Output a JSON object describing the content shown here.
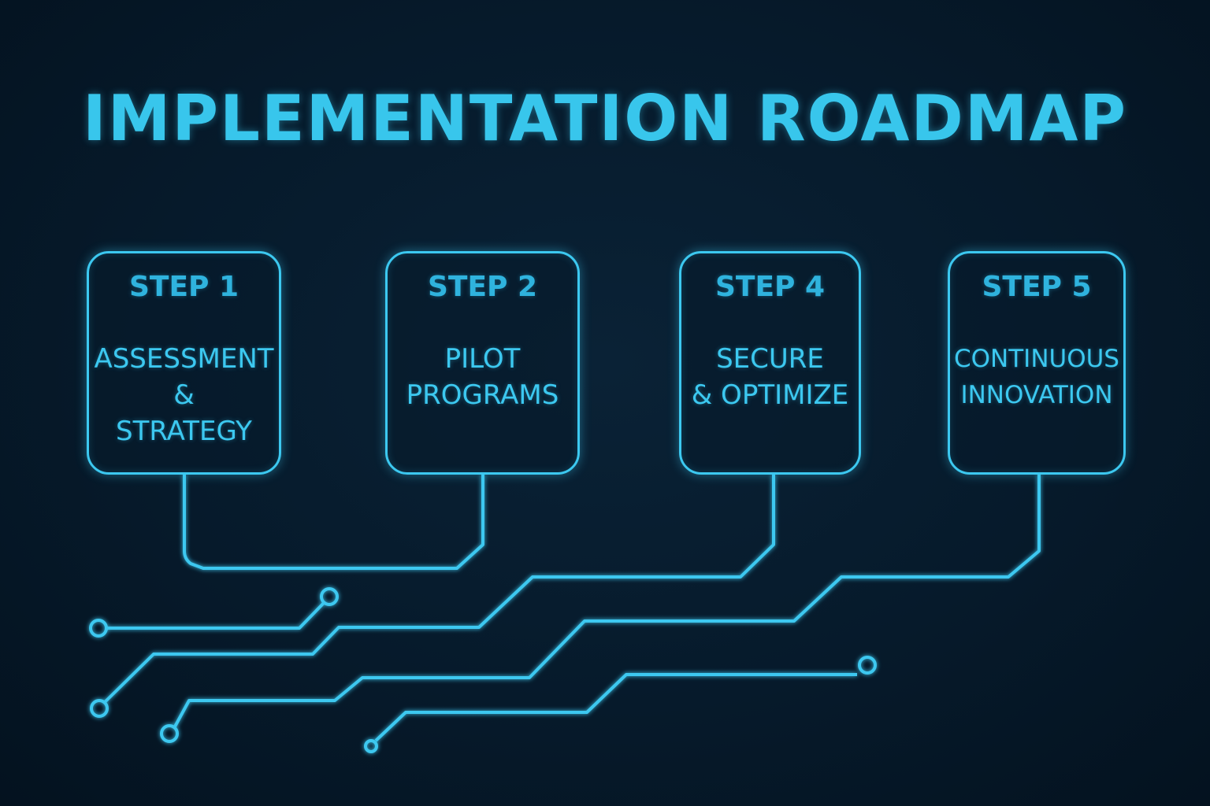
{
  "title": "IMPLEMENTATION ROADMAP",
  "accent_color": "#3cc8f0",
  "background_color": "#061a2b",
  "steps": [
    {
      "step": "STEP 1",
      "label": "ASSESSMENT\n&\nSTRATEGY"
    },
    {
      "step": "STEP 2",
      "label": "PILOT\nPROGRAMS"
    },
    {
      "step": "STEP 4",
      "label": "SECURE\n& OPTIMIZE"
    },
    {
      "step": "STEP 5",
      "label": "CONTINUOUS\nINNOVATION"
    }
  ]
}
